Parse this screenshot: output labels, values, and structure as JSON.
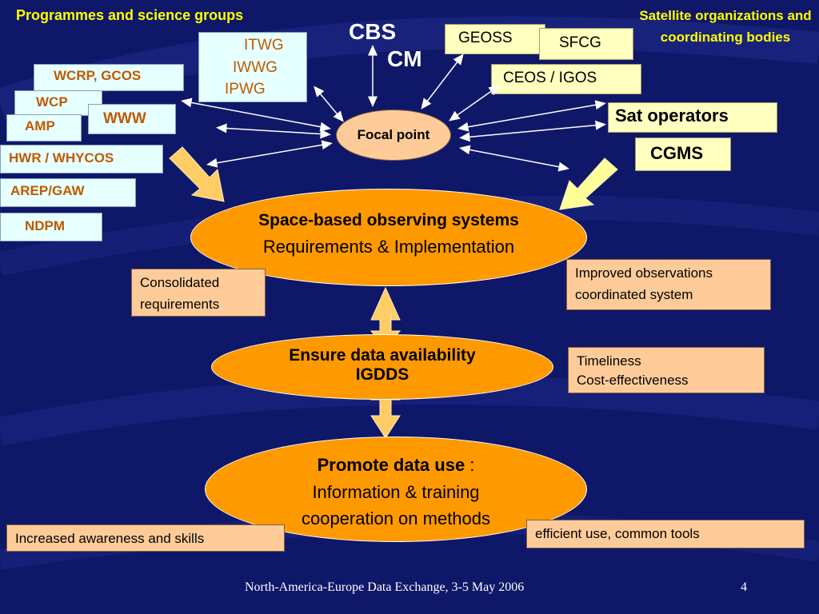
{
  "headers": {
    "left": "Programmes and science groups",
    "right": "Satellite organizations and coordinating bodies"
  },
  "left_groups": {
    "itwg": "ITWG",
    "iwwg": "IWWG",
    "ipwg": "IPWG",
    "wcrp": "WCRP, GCOS",
    "wcp": "WCP",
    "www": "WWW",
    "amp": "AMP",
    "hwr": "HWR / WHYCOS",
    "arep": "AREP/GAW",
    "ndpm": "NDPM"
  },
  "center_top": {
    "cbs": "CBS",
    "cm": "CM",
    "focal_point": "Focal point"
  },
  "right_groups": {
    "geoss": "GEOSS",
    "sfcg": "SFCG",
    "ceos": "CEOS / IGOS",
    "sat_operators": "Sat operators",
    "cgms": "CGMS"
  },
  "ellipses": {
    "space_title": "Space-based observing systems",
    "space_sub": "Requirements & Implementation",
    "ensure_line1": "Ensure data availability",
    "ensure_line2": "IGDDS",
    "promote_title": "Promote data use",
    "promote_colon": " :",
    "promote_line2": "Information & training",
    "promote_line3": "cooperation on methods"
  },
  "notes": {
    "consolidated_1": "Consolidated",
    "consolidated_2": "requirements",
    "improved_1": "Improved observations",
    "improved_2": "coordinated system",
    "timeliness": "Timeliness",
    "cost": "Cost-effectiveness",
    "awareness": "Increased awareness and skills",
    "efficient": "efficient use, common tools"
  },
  "footer": {
    "text": "North-America-Europe Data Exchange,  3-5 May 2006",
    "page": "4"
  },
  "colors": {
    "background": "#0f1768",
    "header_yellow": "#ffff00",
    "ellipse_orange": "#ff9900",
    "box_light_blue": "#e6ffff",
    "box_yellow": "#ffffc0",
    "box_peach": "#ffcc99",
    "arrow_gold": "#ffcc66"
  }
}
